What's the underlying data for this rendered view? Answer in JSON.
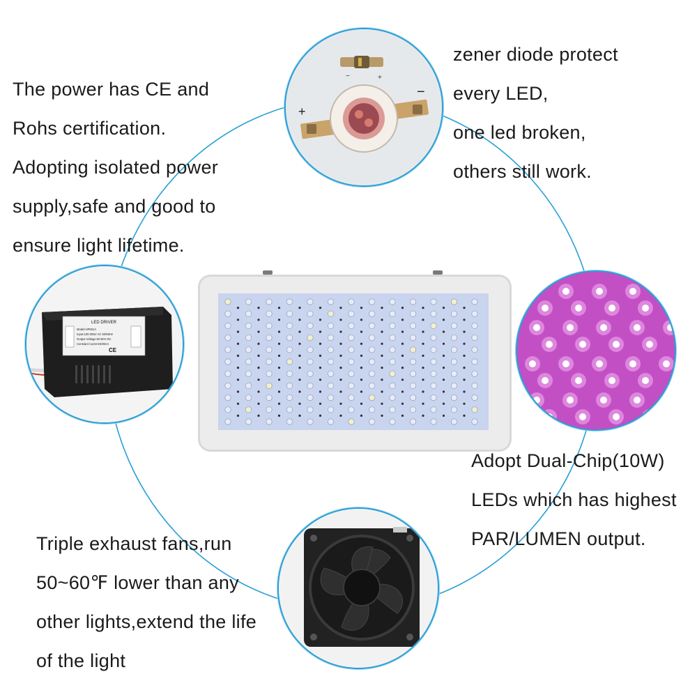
{
  "callouts": {
    "power": [
      "The power has CE and",
      "Rohs certification.",
      "Adopting isolated power",
      "supply,safe and good to",
      "ensure light lifetime."
    ],
    "zener": [
      "zener diode protect",
      "every LED,",
      "one led broken,",
      "others still work."
    ],
    "chip": [
      "Adopt Dual-Chip(10W)",
      "LEDs which has highest",
      "PAR/LUMEN output."
    ],
    "fans": [
      "Triple exhaust fans,run",
      "50~60℉ lower than any",
      "other lights,extend the life",
      "of the light"
    ]
  },
  "diode": {
    "plus_label": "+",
    "minus_label": "−",
    "small_plus": "+",
    "small_minus": "−"
  },
  "driver": {
    "header": "LED DRIVER",
    "label_lines": [
      "Model:HP601A",
      "Input:100-265V AC 50/60Hz",
      "Output Voltage:60-80V DC",
      "Constant Current:600mA"
    ],
    "ce_mark": "CE"
  },
  "colors": {
    "accent_ring": "#2a9fd6",
    "panel_blue": "#c9d4ee",
    "led_pink": "#c34fc5"
  }
}
